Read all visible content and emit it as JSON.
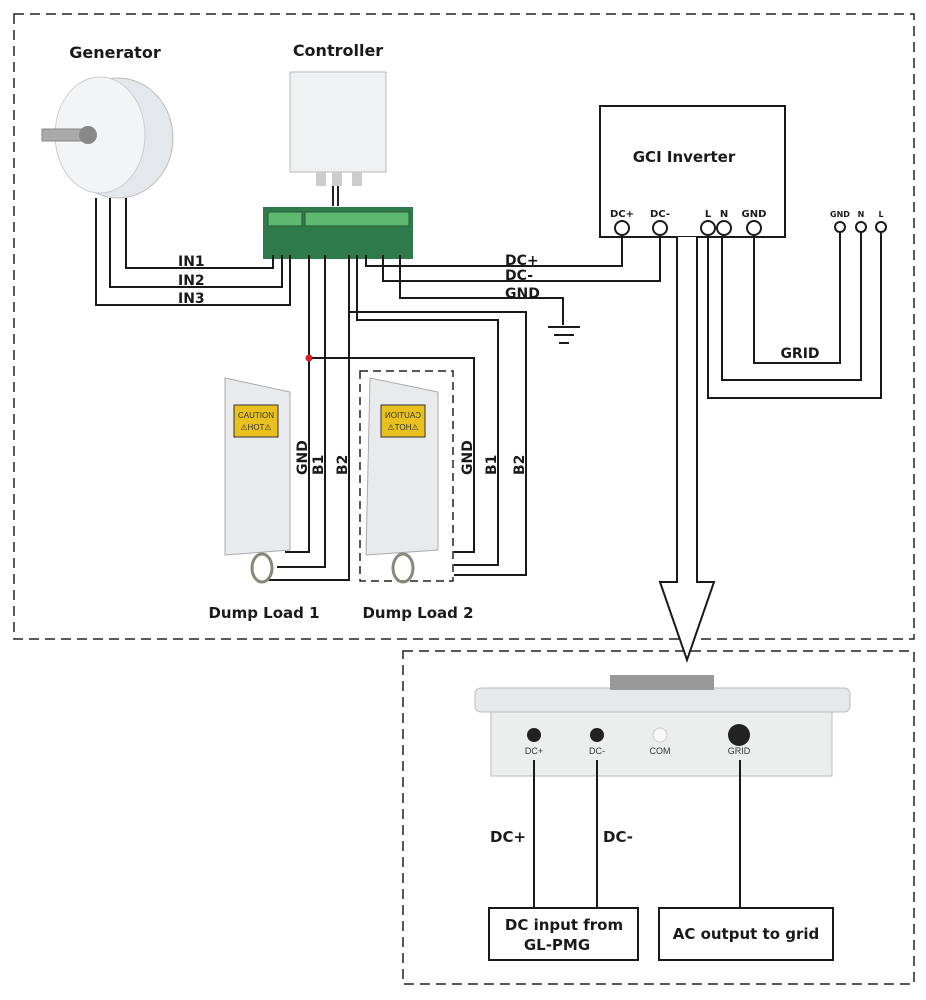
{
  "labels": {
    "generator": "Generator",
    "controller": "Controller",
    "inverter": "GCI Inverter",
    "dump_load_1": "Dump Load 1",
    "dump_load_2": "Dump Load 2",
    "grid": "GRID",
    "in1": "IN1",
    "in2": "IN2",
    "in3": "IN3",
    "dc_plus": "DC+",
    "dc_minus": "DC-",
    "gnd": "GND",
    "b1": "B1",
    "b2": "B2",
    "caution": "CAUTION",
    "hot": "⚠HOT⚠"
  },
  "inverter_terminals": [
    "DC+",
    "DC-",
    "L",
    "N",
    "GND"
  ],
  "grid_terminals": [
    "GND",
    "N",
    "L"
  ],
  "inverter_ports": [
    "DC+",
    "DC-",
    "COM",
    "GRID"
  ],
  "bottom": {
    "dc_plus": "DC+",
    "dc_minus": "DC-",
    "box_dc_input_line1": "DC input from",
    "box_dc_input_line2": "GL-PMG",
    "box_ac_output": "AC output to grid"
  },
  "colors": {
    "line": "#1a1a1a",
    "pcb": "#2f7a4a",
    "terminal": "#5fb870",
    "junction": "#e02020",
    "caution": "#e8c020"
  }
}
